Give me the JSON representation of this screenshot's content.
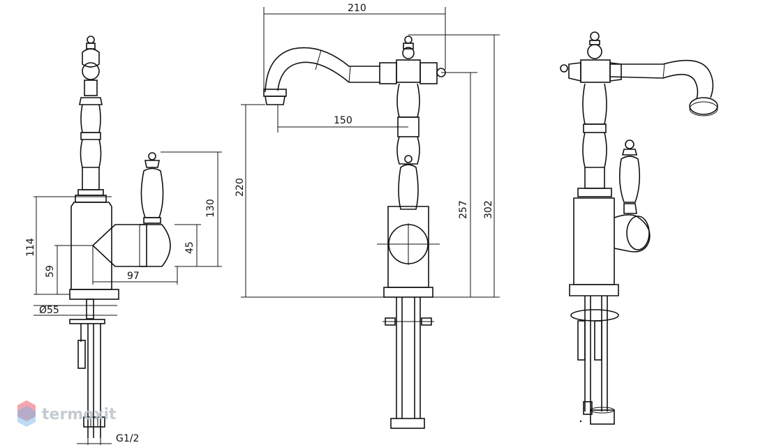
{
  "drawing": {
    "dimensions": {
      "d210": "210",
      "d150": "150",
      "d220": "220",
      "d257": "257",
      "d302": "302",
      "d130": "130",
      "d114": "114",
      "d59": "59",
      "d45": "45",
      "d97": "97",
      "d55": "Ø55",
      "thread": "G1/2"
    }
  },
  "watermark": {
    "text": "termoxit",
    "color": "#c9d0d6",
    "accent": "#e84a5f"
  }
}
